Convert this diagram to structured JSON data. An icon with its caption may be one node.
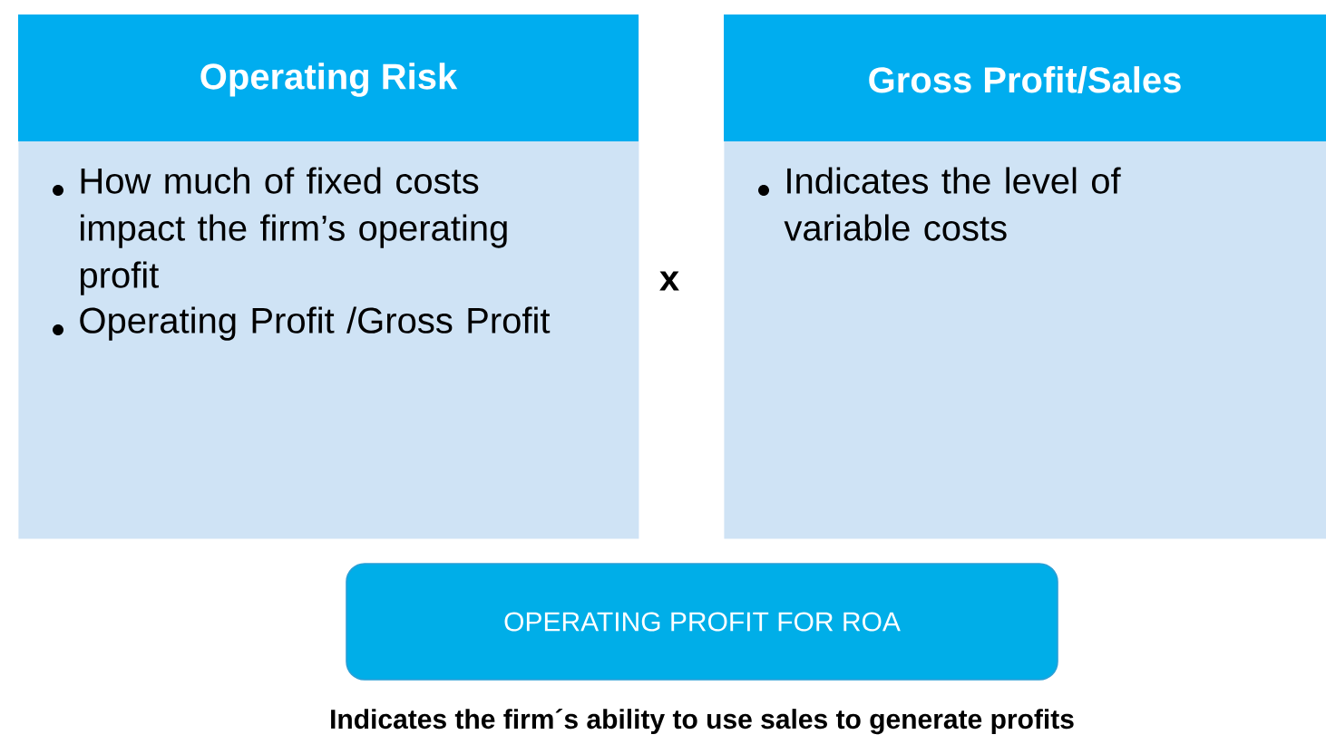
{
  "diagram": {
    "nodes": [
      {
        "text": [
          "Operating Risk",
          "How much of fixed costs impact the firm’s operating profit",
          "Operating Profit /Gross Profit"
        ]
      },
      {
        "text": [
          "Gross Profit/Sales",
          "Indicates the level of variable costs"
        ]
      },
      {
        "text": [
          "OPERATING PROFIT FOR ROA"
        ],
        "beside": [
          "Indicates the firm´s ability to use sales to generate profits"
        ]
      }
    ],
    "labels": [
      "x"
    ]
  }
}
